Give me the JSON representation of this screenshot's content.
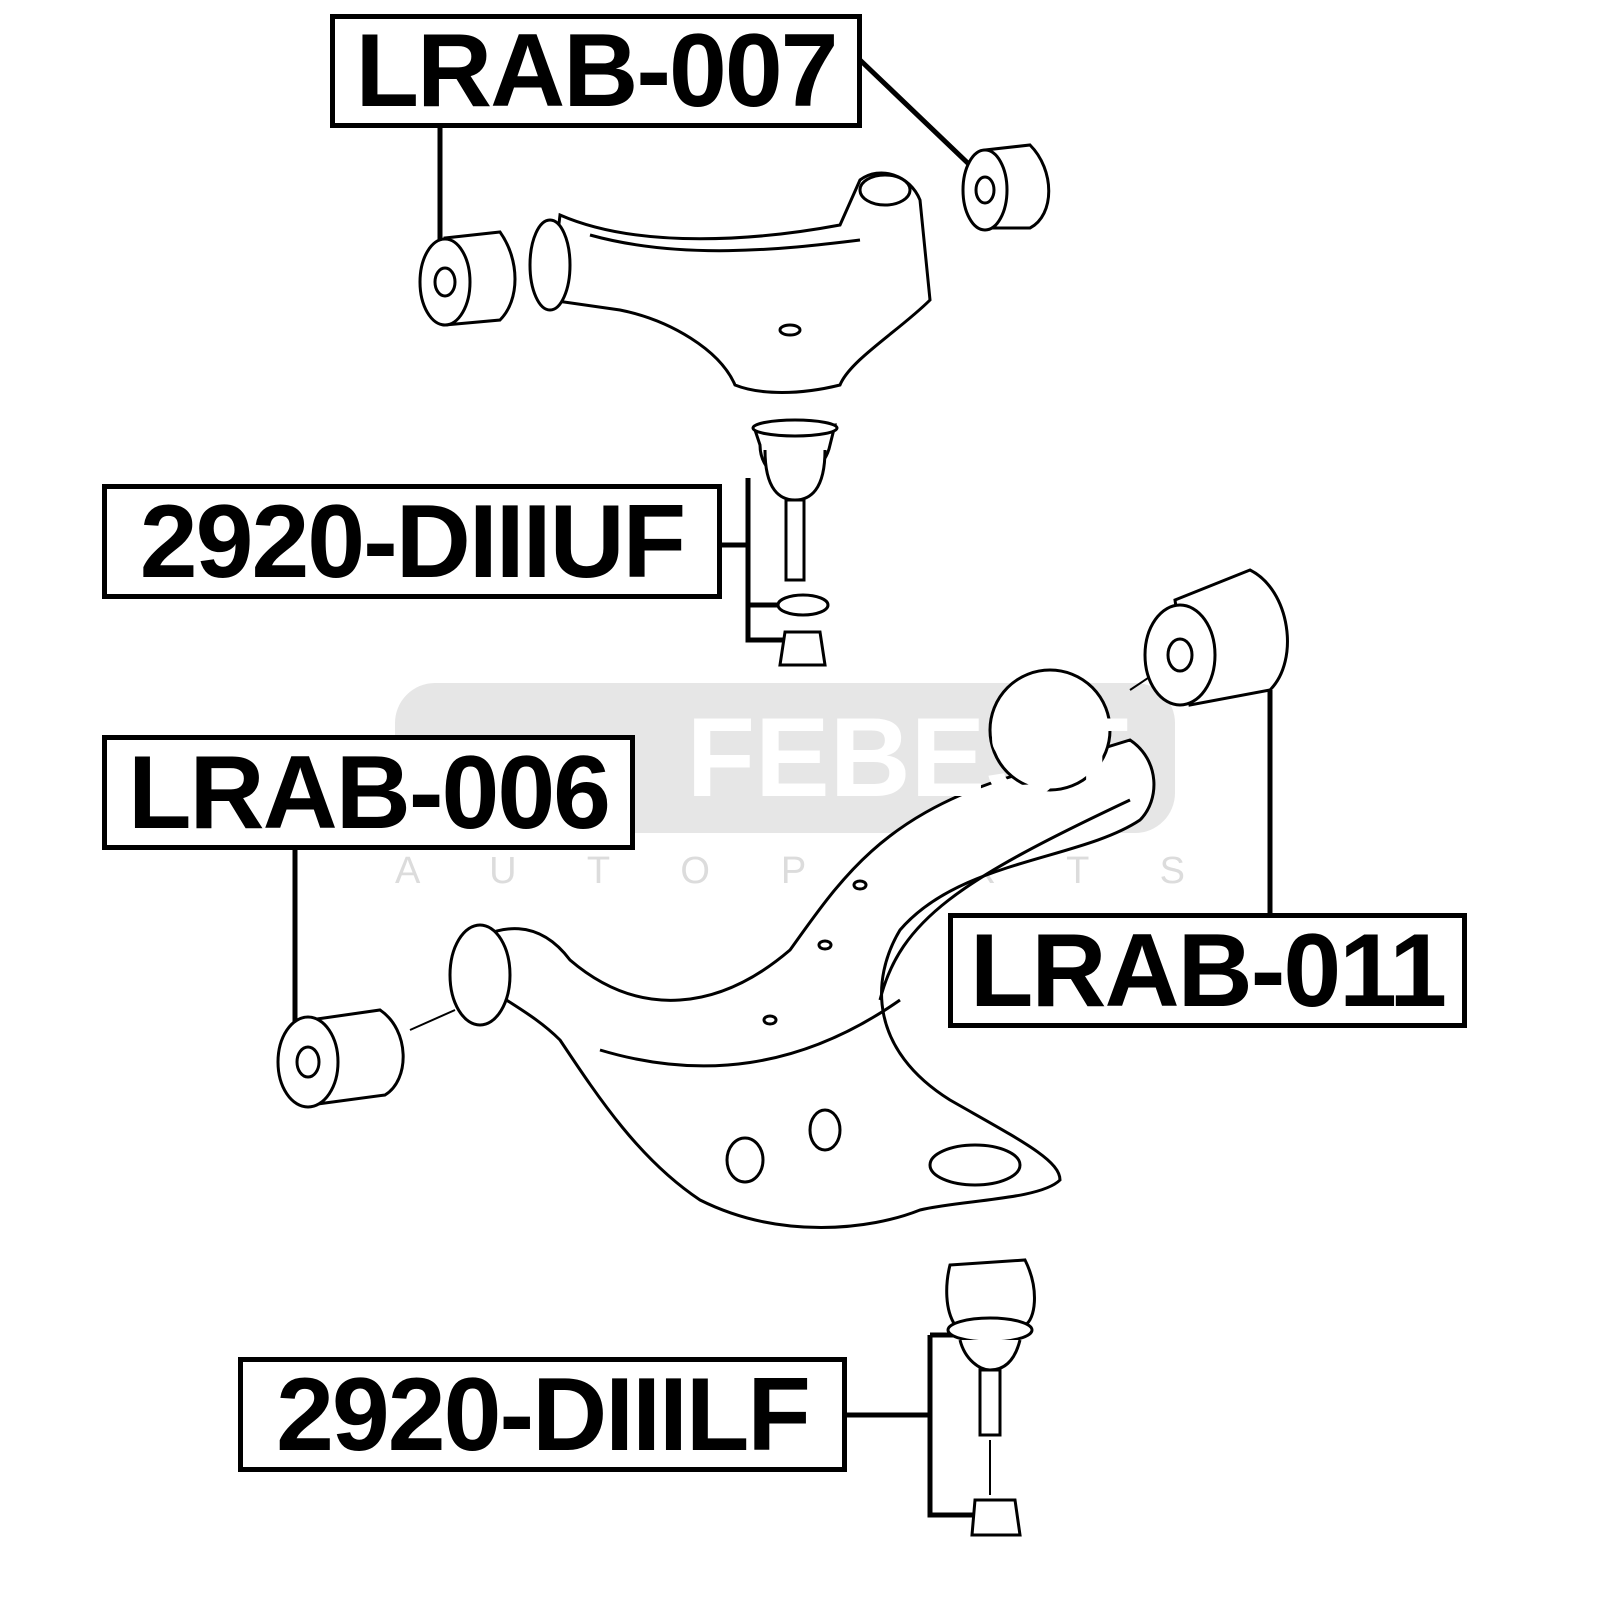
{
  "watermark": {
    "brand": "FEBEST",
    "tagline": "A U T O P A R T S"
  },
  "labels": {
    "upper_arm_bushing": "LRAB-007",
    "upper_ball_joint": "2920-DIIIUF",
    "lower_front_bushing": "LRAB-006",
    "lower_rear_bushing": "LRAB-011",
    "lower_ball_joint": "2920-DIIILF"
  }
}
